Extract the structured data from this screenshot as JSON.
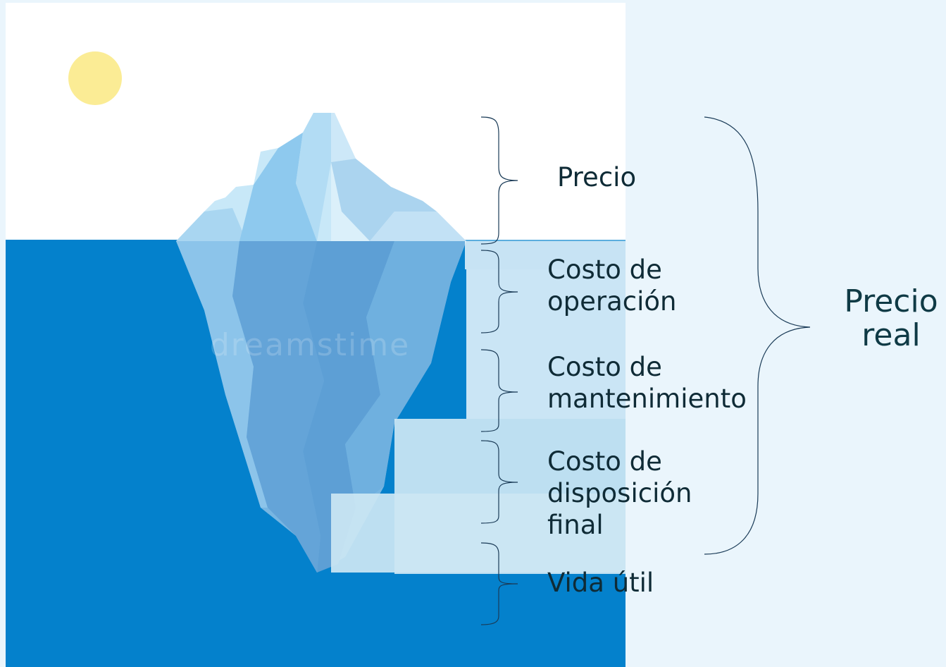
{
  "labels": {
    "precio": "Precio",
    "costo_operacion": "Costo de\noperación",
    "costo_mantenimiento": "Costo de\nmantenimiento",
    "costo_disposicion": "Costo de\ndisposición\nfinal",
    "vida_util": "Vida útil",
    "precio_real": "Precio\nreal"
  },
  "watermark": "dreamstime",
  "colors": {
    "water": "#0481cc",
    "sky": "#ffffff",
    "sun": "#fbec95",
    "ice_light": "#bfe2f5",
    "ice_mid": "#7ab8e3",
    "ice_dark": "#5d9fd5",
    "bracket": "#1a3b57"
  }
}
